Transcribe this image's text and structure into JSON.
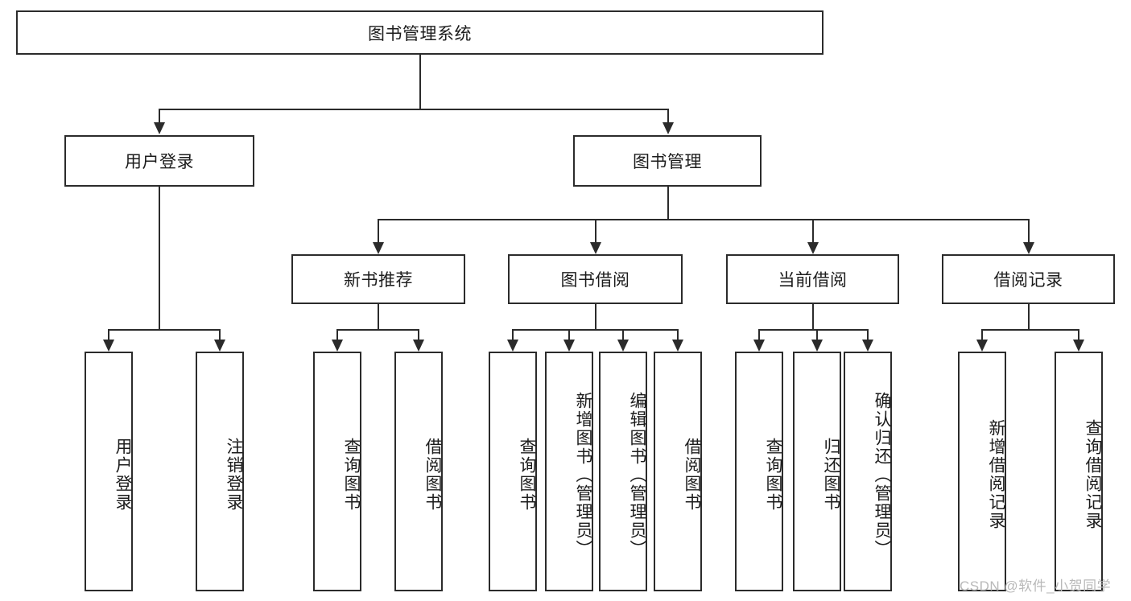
{
  "diagram": {
    "title": "图书管理系统",
    "type": "tree",
    "watermark": "CSDN @软件_小贺同学",
    "colors": {
      "stroke": "#2b2b2b",
      "fill": "#ffffff",
      "text": "#1c1c1c",
      "watermark": "#b9b9b9"
    },
    "root": {
      "label": "图书管理系统"
    },
    "level2": [
      {
        "label": "用户登录"
      },
      {
        "label": "图书管理"
      }
    ],
    "level3": [
      {
        "label": "新书推荐"
      },
      {
        "label": "图书借阅"
      },
      {
        "label": "当前借阅"
      },
      {
        "label": "借阅记录"
      }
    ],
    "leaves": {
      "user_login": [
        {
          "label": "用户登录"
        },
        {
          "label": "注销登录"
        }
      ],
      "new_book_recommend": [
        {
          "label": "查询图书"
        },
        {
          "label": "借阅图书"
        }
      ],
      "book_borrow": [
        {
          "label": "查询图书"
        },
        {
          "label": "新增图书（管理员）"
        },
        {
          "label": "编辑图书（管理员）"
        },
        {
          "label": "借阅图书"
        }
      ],
      "current_borrow": [
        {
          "label": "查询图书"
        },
        {
          "label": "归还图书"
        },
        {
          "label": "确认归还（管理员）"
        }
      ],
      "borrow_record": [
        {
          "label": "新增借阅记录"
        },
        {
          "label": "查询借阅记录"
        }
      ]
    }
  }
}
